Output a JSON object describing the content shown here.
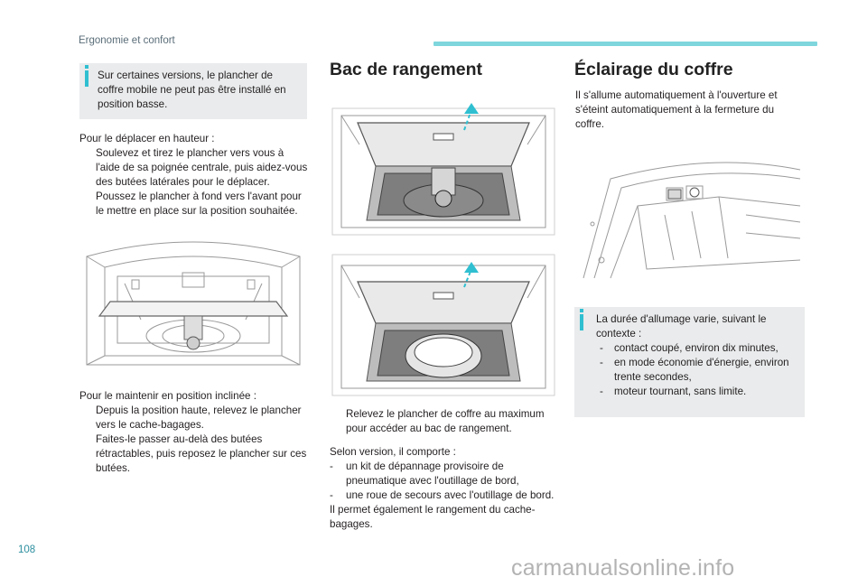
{
  "header": {
    "section": "Ergonomie et confort"
  },
  "page_number": "108",
  "watermark": "carmanualsonline.info",
  "col1": {
    "note": "Sur certaines versions, le plancher de coffre mobile ne peut pas être installé en position basse.",
    "intro1": "Pour le déplacer en hauteur :",
    "bullets1": [
      "Soulevez et tirez le plancher vers vous à l'aide de sa poignée centrale, puis aidez-vous des butées latérales pour le déplacer.",
      "Poussez le plancher à fond vers l'avant pour le mettre en place sur la position souhaitée."
    ],
    "intro2": "Pour le maintenir en position inclinée :",
    "bullets2": [
      "Depuis la position haute, relevez le plancher vers le cache-bagages.",
      "Faites-le passer au-delà des butées rétractables, puis reposez le plancher sur ces butées."
    ]
  },
  "col2": {
    "title": "Bac de rangement",
    "bullet": "Relevez le plancher de coffre au maximum pour accéder au bac de rangement.",
    "intro": "Selon version, il comporte :",
    "dashes": [
      "un kit de dépannage provisoire de pneumatique avec l'outillage de bord,",
      "une roue de secours avec l'outillage de bord."
    ],
    "outro": "Il permet également le rangement du cache-bagages."
  },
  "col3": {
    "title": "Éclairage du coffre",
    "para": "Il s'allume automatiquement à l'ouverture et s'éteint automatiquement à la fermeture du coffre.",
    "note_intro": "La durée d'allumage varie, suivant le contexte :",
    "note_dashes": [
      "contact coupé, environ dix minutes,",
      "en mode économie d'énergie, environ trente secondes,",
      "moteur tournant, sans limite."
    ]
  },
  "glyphs": {
    "bullet": "",
    "dash": "-",
    "info": "i"
  },
  "colors": {
    "accent": "#2fbfd1",
    "header_rule": "#7fd6dd",
    "note_bg": "#e9ebec"
  }
}
